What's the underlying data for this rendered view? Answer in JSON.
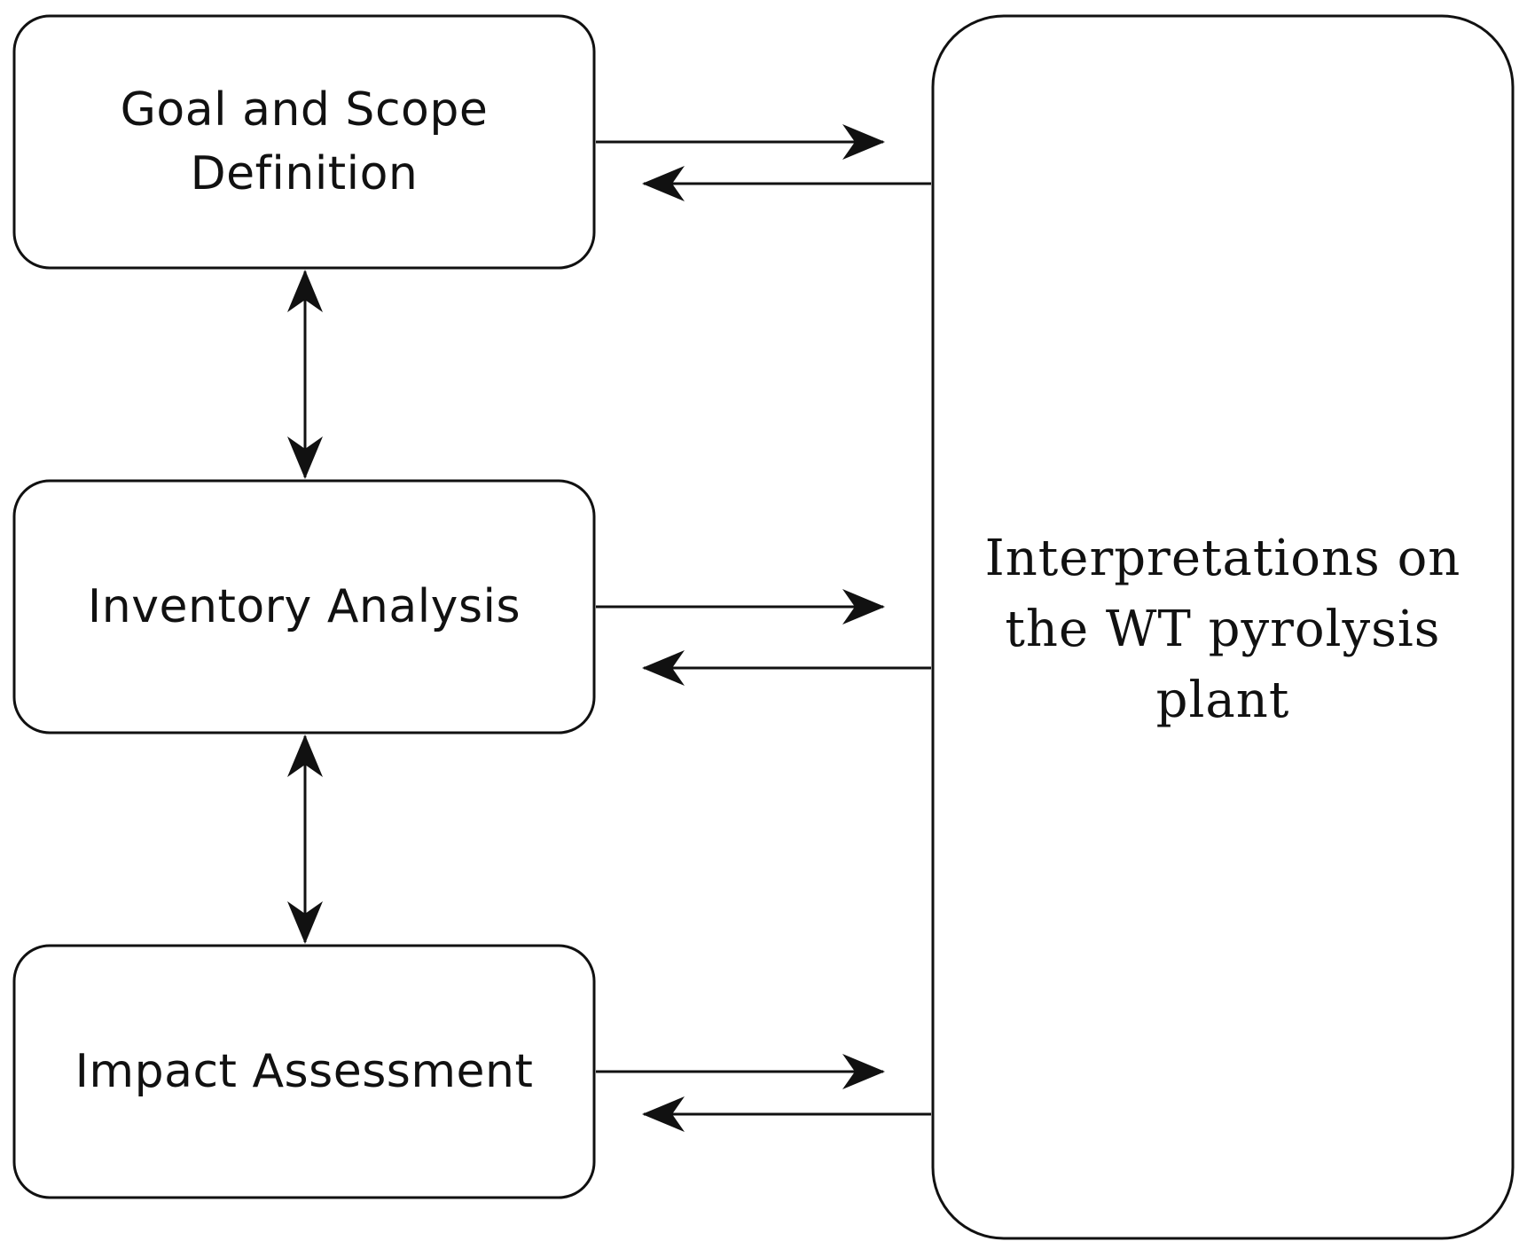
{
  "diagram": {
    "boxes": {
      "goal_scope": "Goal and Scope\nDefinition",
      "inventory": "Inventory Analysis",
      "impact": "Impact Assessment",
      "interpretations": "Interpretations on\nthe WT pyrolysis\nplant"
    }
  }
}
